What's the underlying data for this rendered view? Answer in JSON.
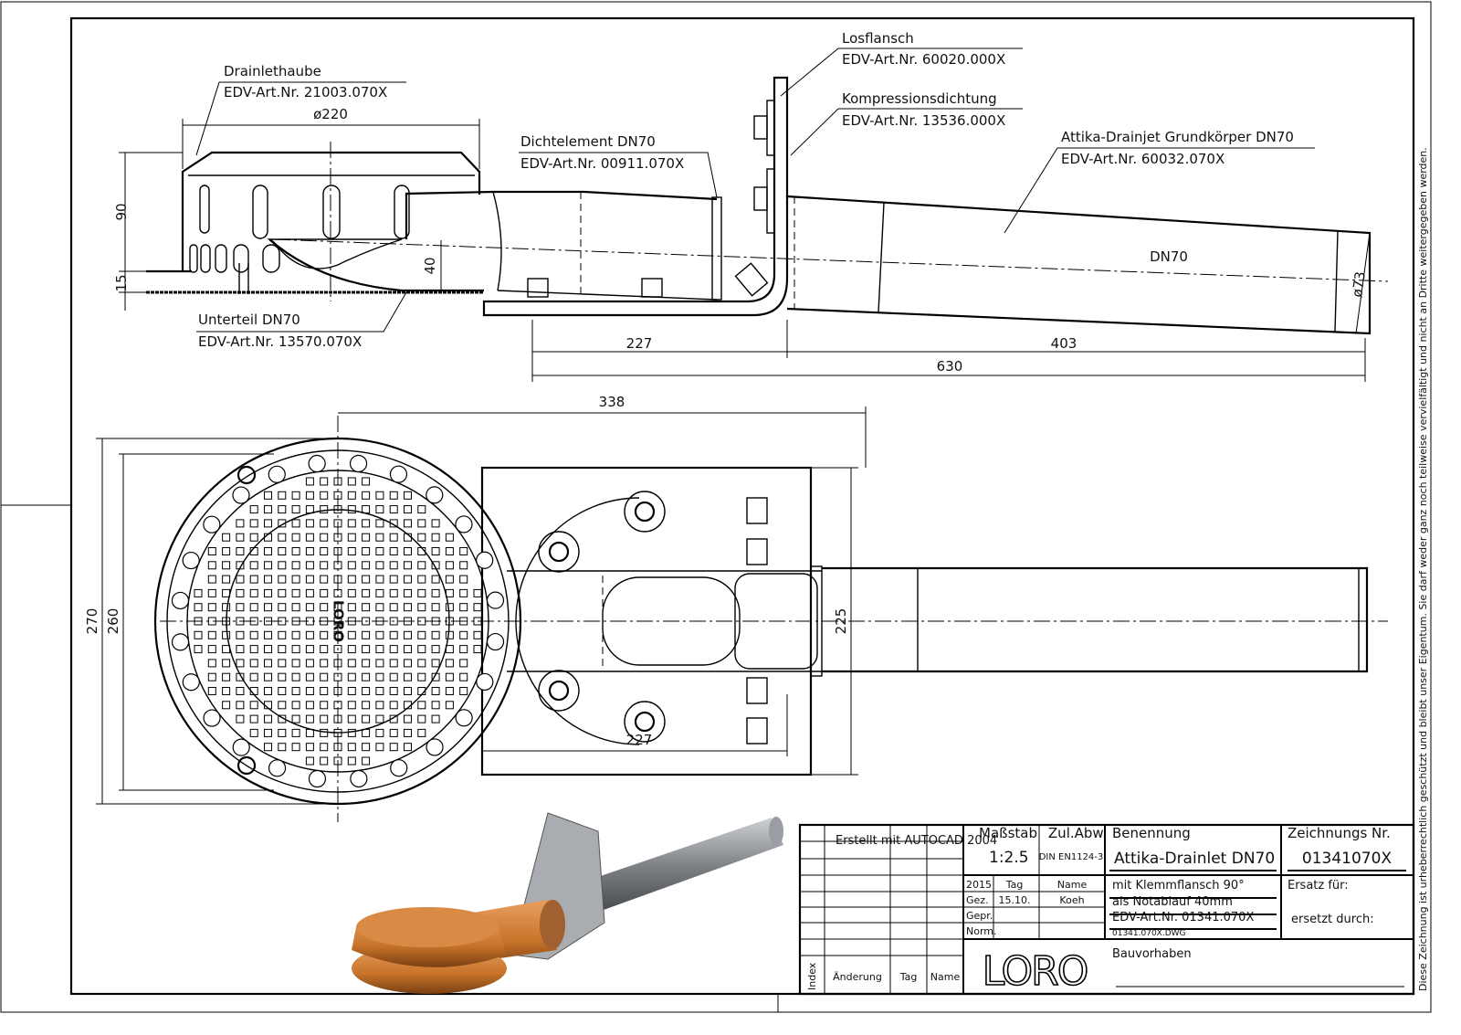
{
  "frame": {
    "created_with": "Erstellt mit AUTOCAD 2004",
    "copyright_note": "Diese Zeichnung ist urheberrechtlich geschützt und bleibt unser Eigentum. Sie darf weder ganz noch teilweise vervielfältigt und nicht an Dritte weitergegeben werden."
  },
  "labels": {
    "drainlethaube": {
      "name": "Drainlethaube",
      "art": "EDV-Art.Nr. 21003.070X"
    },
    "losflansch": {
      "name": "Losflansch",
      "art": "EDV-Art.Nr. 60020.000X"
    },
    "kompression": {
      "name": "Kompressionsdichtung",
      "art": "EDV-Art.Nr. 13536.000X"
    },
    "dichtelement": {
      "name": "Dichtelement DN70",
      "art": "EDV-Art.Nr. 00911.070X"
    },
    "grundkoerper": {
      "name": "Attika-Drainjet Grundkörper DN70",
      "art": "EDV-Art.Nr. 60032.070X"
    },
    "unterteil": {
      "name": "Unterteil DN70",
      "art": "EDV-Art.Nr. 13570.070X"
    },
    "pipe_dn": "DN70"
  },
  "dimensions": {
    "hood_diameter": "ø220",
    "hood_height": "90",
    "base_height": "15",
    "overflow_height": "40",
    "side_227": "227",
    "side_403": "403",
    "side_630": "630",
    "pipe_diameter": "ø73",
    "plan_338": "338",
    "plan_270": "270",
    "plan_260": "260",
    "plan_225": "225",
    "plan_227": "227"
  },
  "title_block": {
    "massstab_label": "Maßstab",
    "massstab_value": "1:2.5",
    "zul_abw_label": "Zul.Abw.",
    "zul_abw_value": "DIN EN1124-3",
    "benennung_label": "Benennung",
    "benennung_value": "Attika-Drainlet DN70",
    "zeichnungs_label": "Zeichnungs Nr.",
    "zeichnungs_value": "01341070X",
    "year": "2015",
    "tag_label": "Tag",
    "name_label": "Name",
    "gez_label": "Gez.",
    "gez_tag": "15.10.",
    "gez_name": "Koeh",
    "gepr_label": "Gepr.",
    "norm_label": "Norm.",
    "desc1": "mit Klemmflansch 90°",
    "desc2": "als Notablauf 40mm",
    "desc3": "EDV-Art.Nr. 01341.070X",
    "desc4": "01341.070X.DWG",
    "ersatz_fuer": "Ersatz für:",
    "ersetzt_durch": "ersetzt durch:",
    "bauvorhaben": "Bauvorhaben",
    "index_label": "Index",
    "aenderung_label": "Änderung",
    "rev_tag_label": "Tag",
    "rev_name_label": "Name",
    "logo": "LORO"
  },
  "colors": {
    "line": "#000000",
    "copper": "#c8742a",
    "steel": "#8a8d92"
  }
}
